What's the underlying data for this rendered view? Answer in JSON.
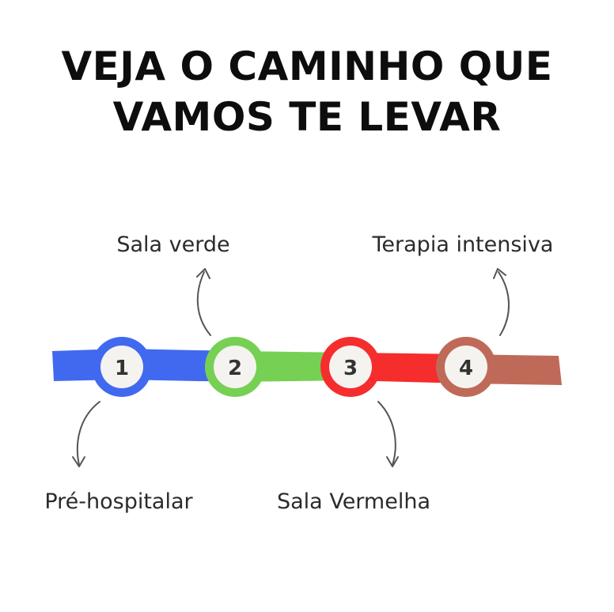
{
  "title": {
    "line1": "VEJA O CAMINHO QUE",
    "line2": "VAMOS TE LEVAR"
  },
  "steps": [
    {
      "number": "1",
      "label": "Pré-hospitalar",
      "color": "#4169F0"
    },
    {
      "number": "2",
      "label": "Sala verde",
      "color": "#76D054"
    },
    {
      "number": "3",
      "label": "Sala Vermelha",
      "color": "#F52D2D"
    },
    {
      "number": "4",
      "label": "Terapia intensiva",
      "color": "#BF6A58"
    }
  ]
}
